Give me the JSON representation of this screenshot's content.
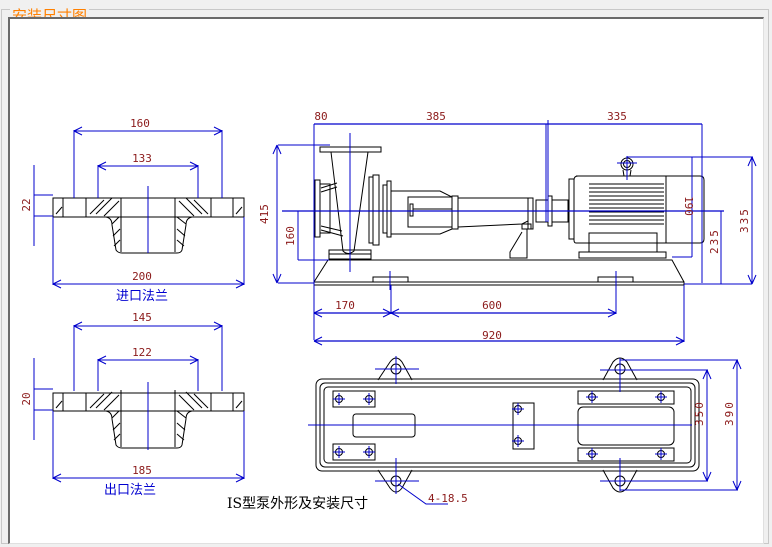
{
  "window": {
    "group_title": "安装尺寸图"
  },
  "drawing": {
    "title": "IS型泵外形及安装尺寸",
    "inlet_flange": {
      "label": "进口法兰",
      "outer_diameter": "200",
      "bolt_circle": "160",
      "raised_face": "133",
      "thickness": "22"
    },
    "outlet_flange": {
      "label": "出口法兰",
      "outer_diameter": "185",
      "bolt_circle": "145",
      "raised_face": "122",
      "thickness": "20"
    },
    "side_view": {
      "dim_top_left": "80",
      "dim_top_mid": "385",
      "dim_top_right": "335",
      "dim_total_height": "415",
      "dim_inlet_height": "160",
      "dim_motor_height": "190",
      "dim_shaft_height": "235",
      "dim_overall_height": "335"
    },
    "base_dims": {
      "d1": "170",
      "d2": "600",
      "d3": "920"
    },
    "plan_view": {
      "bolt_holes": "4-18.5",
      "width_inner": "350",
      "width_outer": "390"
    }
  },
  "colors": {
    "dimension_line": "#0000cc",
    "dimension_text": "#8b1a1a",
    "group_title": "#ff8000",
    "caption": "#0000d0"
  }
}
